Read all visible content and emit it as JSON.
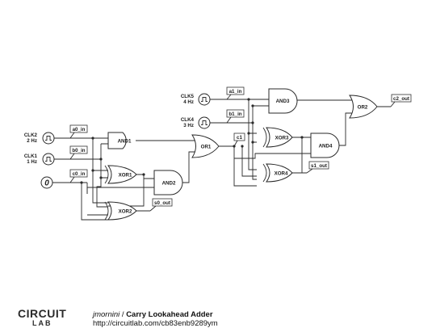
{
  "clocks": {
    "clk2": {
      "name": "CLK2",
      "freq": "2 Hz"
    },
    "clk1": {
      "name": "CLK1",
      "freq": "1 Hz"
    },
    "clk5": {
      "name": "CLK5",
      "freq": "4 Hz"
    },
    "clk4": {
      "name": "CLK4",
      "freq": "3 Hz"
    }
  },
  "constant": {
    "value": "0"
  },
  "tags": {
    "a0_in": "a0_in",
    "b0_in": "b0_in",
    "c0_in": "c0_in",
    "a1_in": "a1_in",
    "b1_in": "b1_in",
    "c1": "c1",
    "s0_out": "s0_out",
    "s1_out": "s1_out",
    "c2_out": "c2_out"
  },
  "gates": {
    "and1": "AND1",
    "xor1": "XOR1",
    "and2": "AND2",
    "xor2": "XOR2",
    "or1": "OR1",
    "and3": "AND3",
    "xor3": "XOR3",
    "and4": "AND4",
    "xor4": "XOR4",
    "or2": "OR2"
  },
  "footer": {
    "logo_top": "CIRCUIT",
    "logo_bottom": "LAB",
    "author": "jmornini",
    "separator": " / ",
    "title": "Carry Lookahead Adder",
    "url": "http://circuitlab.com/cb83enb9289ym"
  }
}
